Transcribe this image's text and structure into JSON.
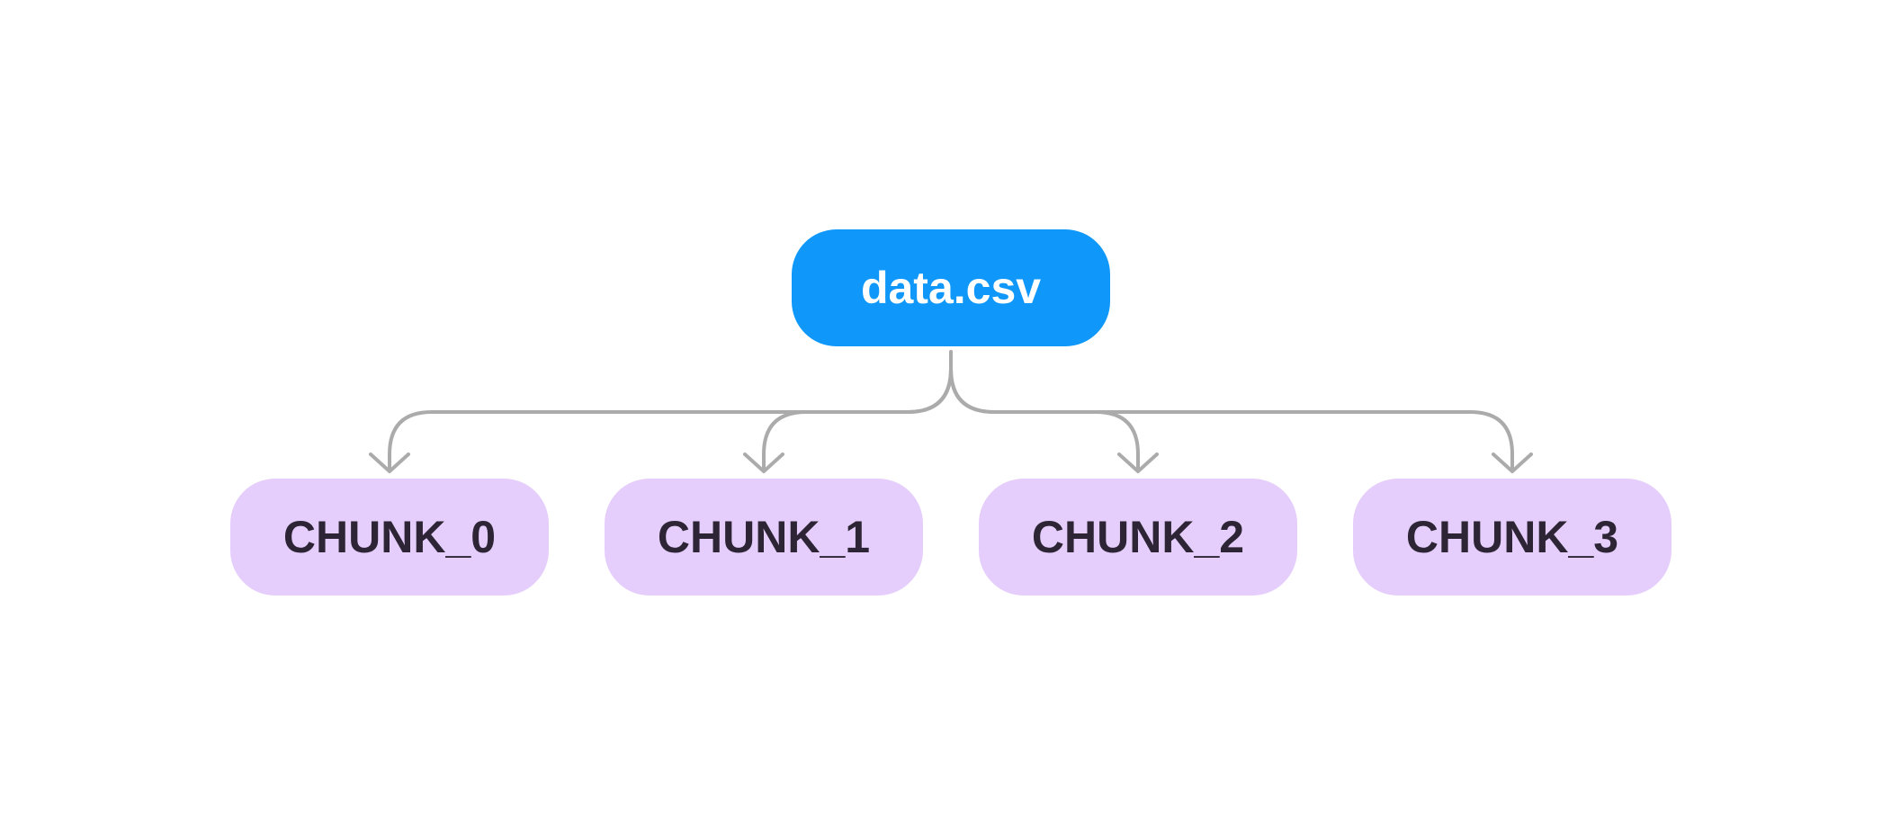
{
  "diagram": {
    "root": {
      "label": "data.csv",
      "color": "#0f98f9",
      "text_color": "#ffffff"
    },
    "children": [
      {
        "label": "CHUNK_0"
      },
      {
        "label": "CHUNK_1"
      },
      {
        "label": "CHUNK_2"
      },
      {
        "label": "CHUNK_3"
      }
    ],
    "child_color": "#e5cefc",
    "child_text_color": "#2d2535",
    "connector_color": "#ababab"
  }
}
